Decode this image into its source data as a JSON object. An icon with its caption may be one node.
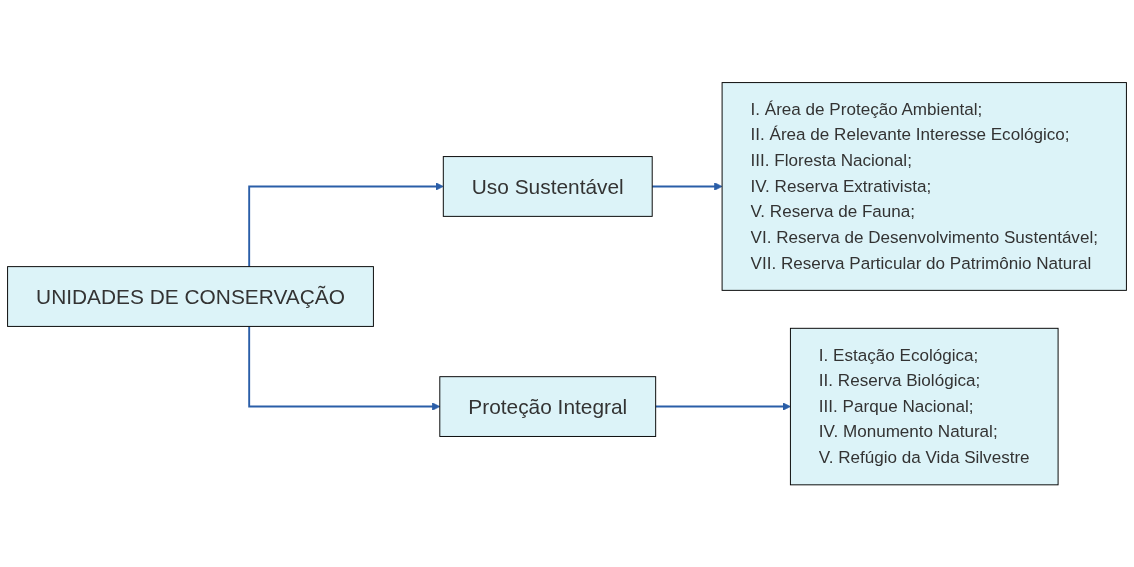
{
  "diagram": {
    "nodes": [
      {
        "text": [
          "UNIDADES DE CONSERVAÇÃO"
        ]
      },
      {
        "text": [
          "Uso Sustentável"
        ]
      },
      {
        "text": [
          "I. Área de Proteção Ambiental;",
          "II. Área de Relevante Interesse Ecológico;",
          "III. Floresta Nacional;",
          "IV. Reserva Extrativista;",
          "V. Reserva de Fauna;",
          "VI. Reserva de Desenvolvimento Sustentável;",
          "VII. Reserva Particular do Patrimônio Natural"
        ]
      },
      {
        "text": [
          "Proteção Integral"
        ]
      },
      {
        "text": [
          "I. Estação Ecológica;",
          "II. Reserva Biológica;",
          "III. Parque Nacional;",
          "IV. Monumento Natural;",
          "V. Refúgio da Vida Silvestre"
        ]
      }
    ],
    "edges": [
      {
        "from": 0,
        "to": 1,
        "arrow": "to"
      },
      {
        "from": 1,
        "to": 2,
        "arrow": "to"
      },
      {
        "from": 0,
        "to": 3,
        "arrow": "to"
      },
      {
        "from": 3,
        "to": 4,
        "arrow": "to"
      }
    ]
  }
}
